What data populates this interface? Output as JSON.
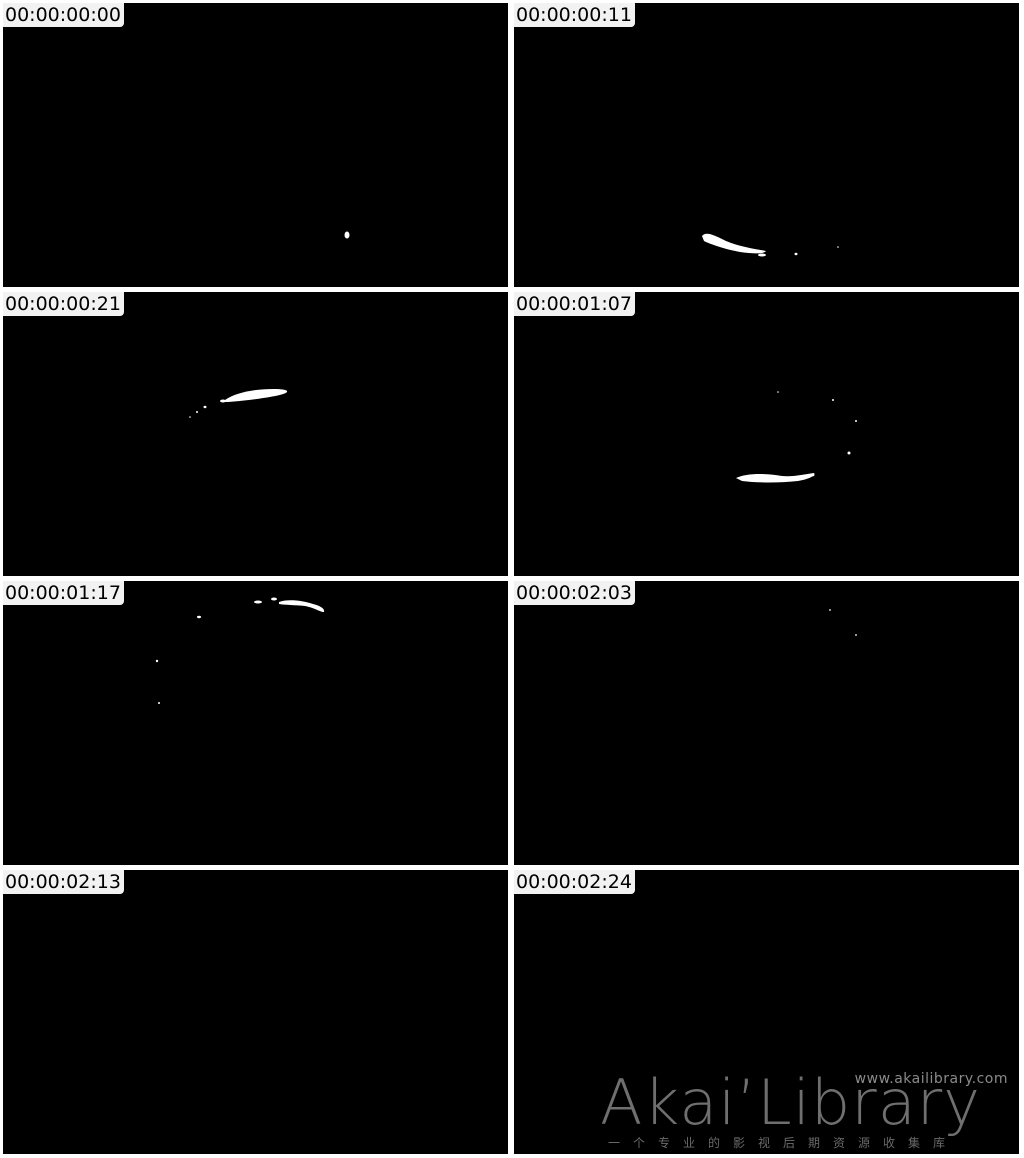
{
  "frames": [
    {
      "timecode": "00:00:00:00"
    },
    {
      "timecode": "00:00:00:11"
    },
    {
      "timecode": "00:00:00:21"
    },
    {
      "timecode": "00:00:01:07"
    },
    {
      "timecode": "00:00:01:17"
    },
    {
      "timecode": "00:00:02:03"
    },
    {
      "timecode": "00:00:02:13"
    },
    {
      "timecode": "00:00:02:24"
    }
  ],
  "watermark": {
    "logo": "Akai’Library",
    "url": "www.akailibrary.com",
    "tagline": "一个专业的影视后期资源收集库"
  },
  "colors": {
    "frame_background": "#000000",
    "shape": "#ffffff",
    "timecode_background": "#f2f2f2",
    "page_background": "#ffffff"
  }
}
